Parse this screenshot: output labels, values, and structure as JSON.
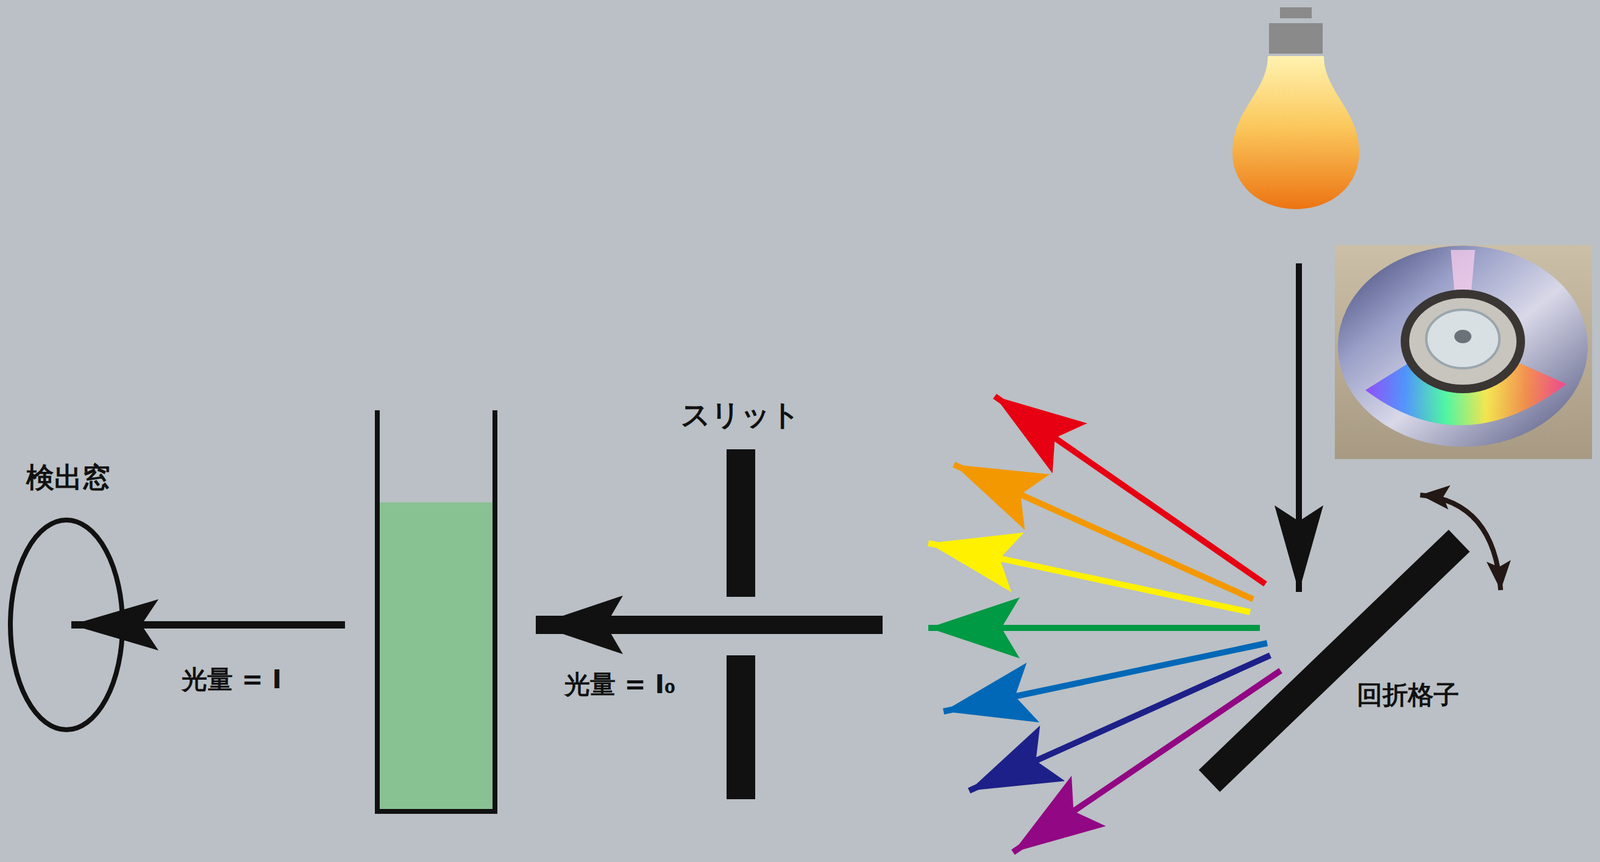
{
  "diagram": {
    "nodes": [
      {
        "text": [
          "検出窓"
        ]
      },
      {
        "text": [
          "スリット"
        ]
      },
      {
        "text": [
          "回折格子"
        ]
      }
    ],
    "labels": [
      "光量 = I",
      "光量 = I₀"
    ]
  }
}
